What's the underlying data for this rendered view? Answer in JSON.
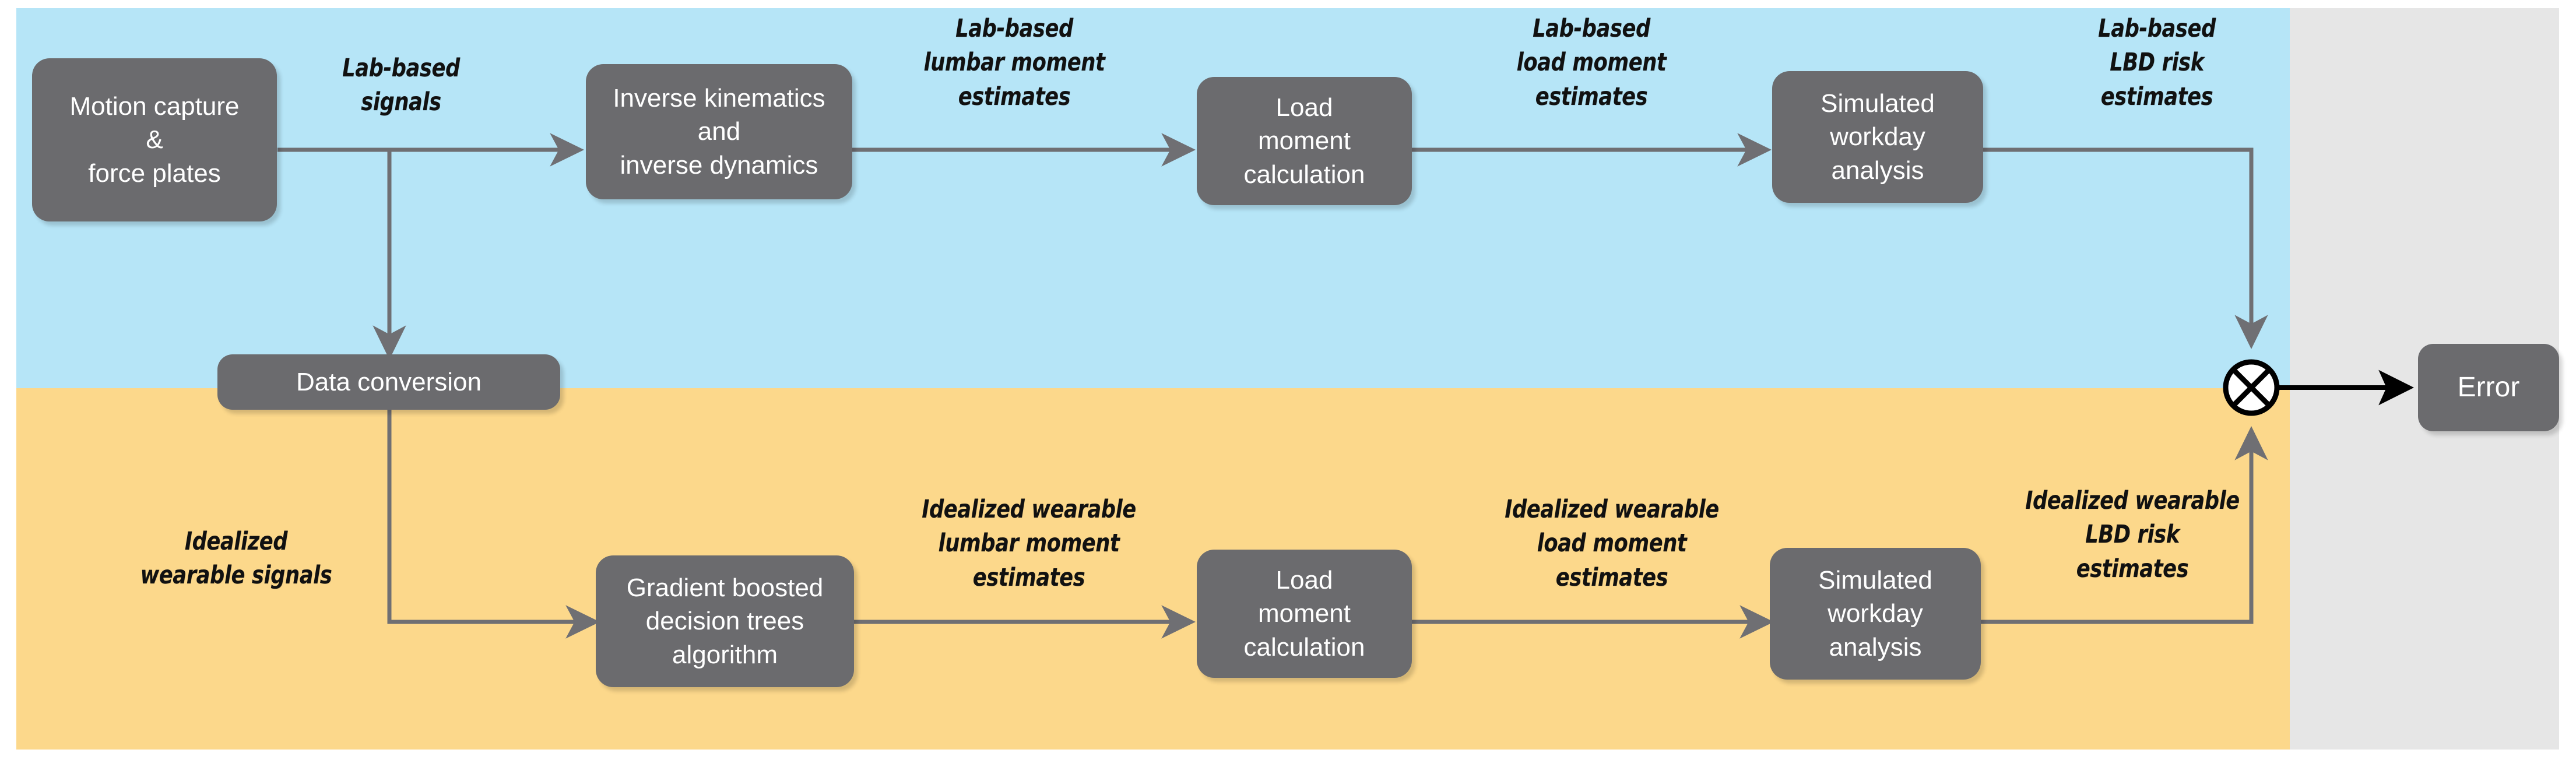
{
  "figure": {
    "title": "Lab-based vs idealized wearable LBD risk estimation pipeline",
    "colors": {
      "lab_band": "#b6e5f7",
      "wearable_band": "#fcd88b",
      "outer_panel": "#e6e6e6",
      "node_fill": "#6b6b6e",
      "node_text": "#ffffff",
      "edge_label_text": "#111111",
      "connector": "#6f6f73",
      "error_connector": "#000000"
    }
  },
  "bands": {
    "lab": {
      "name": "lab-based-band"
    },
    "wearable": {
      "name": "idealized-wearable-band"
    }
  },
  "nodes": {
    "motion_capture": "Motion capture\n&\nforce plates",
    "inverse_kinematics": "Inverse kinematics\nand\ninverse dynamics",
    "load_moment_top": "Load\nmoment\ncalculation",
    "simulated_workday_top": "Simulated\nworkday\nanalysis",
    "data_conversion": "Data conversion",
    "gradient_boosted": "Gradient boosted\ndecision trees\nalgorithm",
    "load_moment_bottom": "Load\nmoment\ncalculation",
    "simulated_workday_bottom": "Simulated\nworkday\nanalysis",
    "error": "Error"
  },
  "edge_labels": {
    "lab_signals": "Lab-based\nsignals",
    "lab_lumbar_moment": "Lab-based\nlumbar moment\nestimates",
    "lab_load_moment": "Lab-based\nload moment\nestimates",
    "lab_lbd_risk": "Lab-based\nLBD risk\nestimates",
    "idealized_wearable_signals": "Idealized\nwearable signals",
    "idealized_lumbar_moment": "Idealized wearable\nlumbar moment\nestimates",
    "idealized_load_moment": "Idealized wearable\nload moment\nestimates",
    "idealized_lbd_risk": "Idealized wearable\nLBD risk\nestimates"
  },
  "junction": {
    "symbol": "circle-x",
    "name": "comparison-operator"
  }
}
